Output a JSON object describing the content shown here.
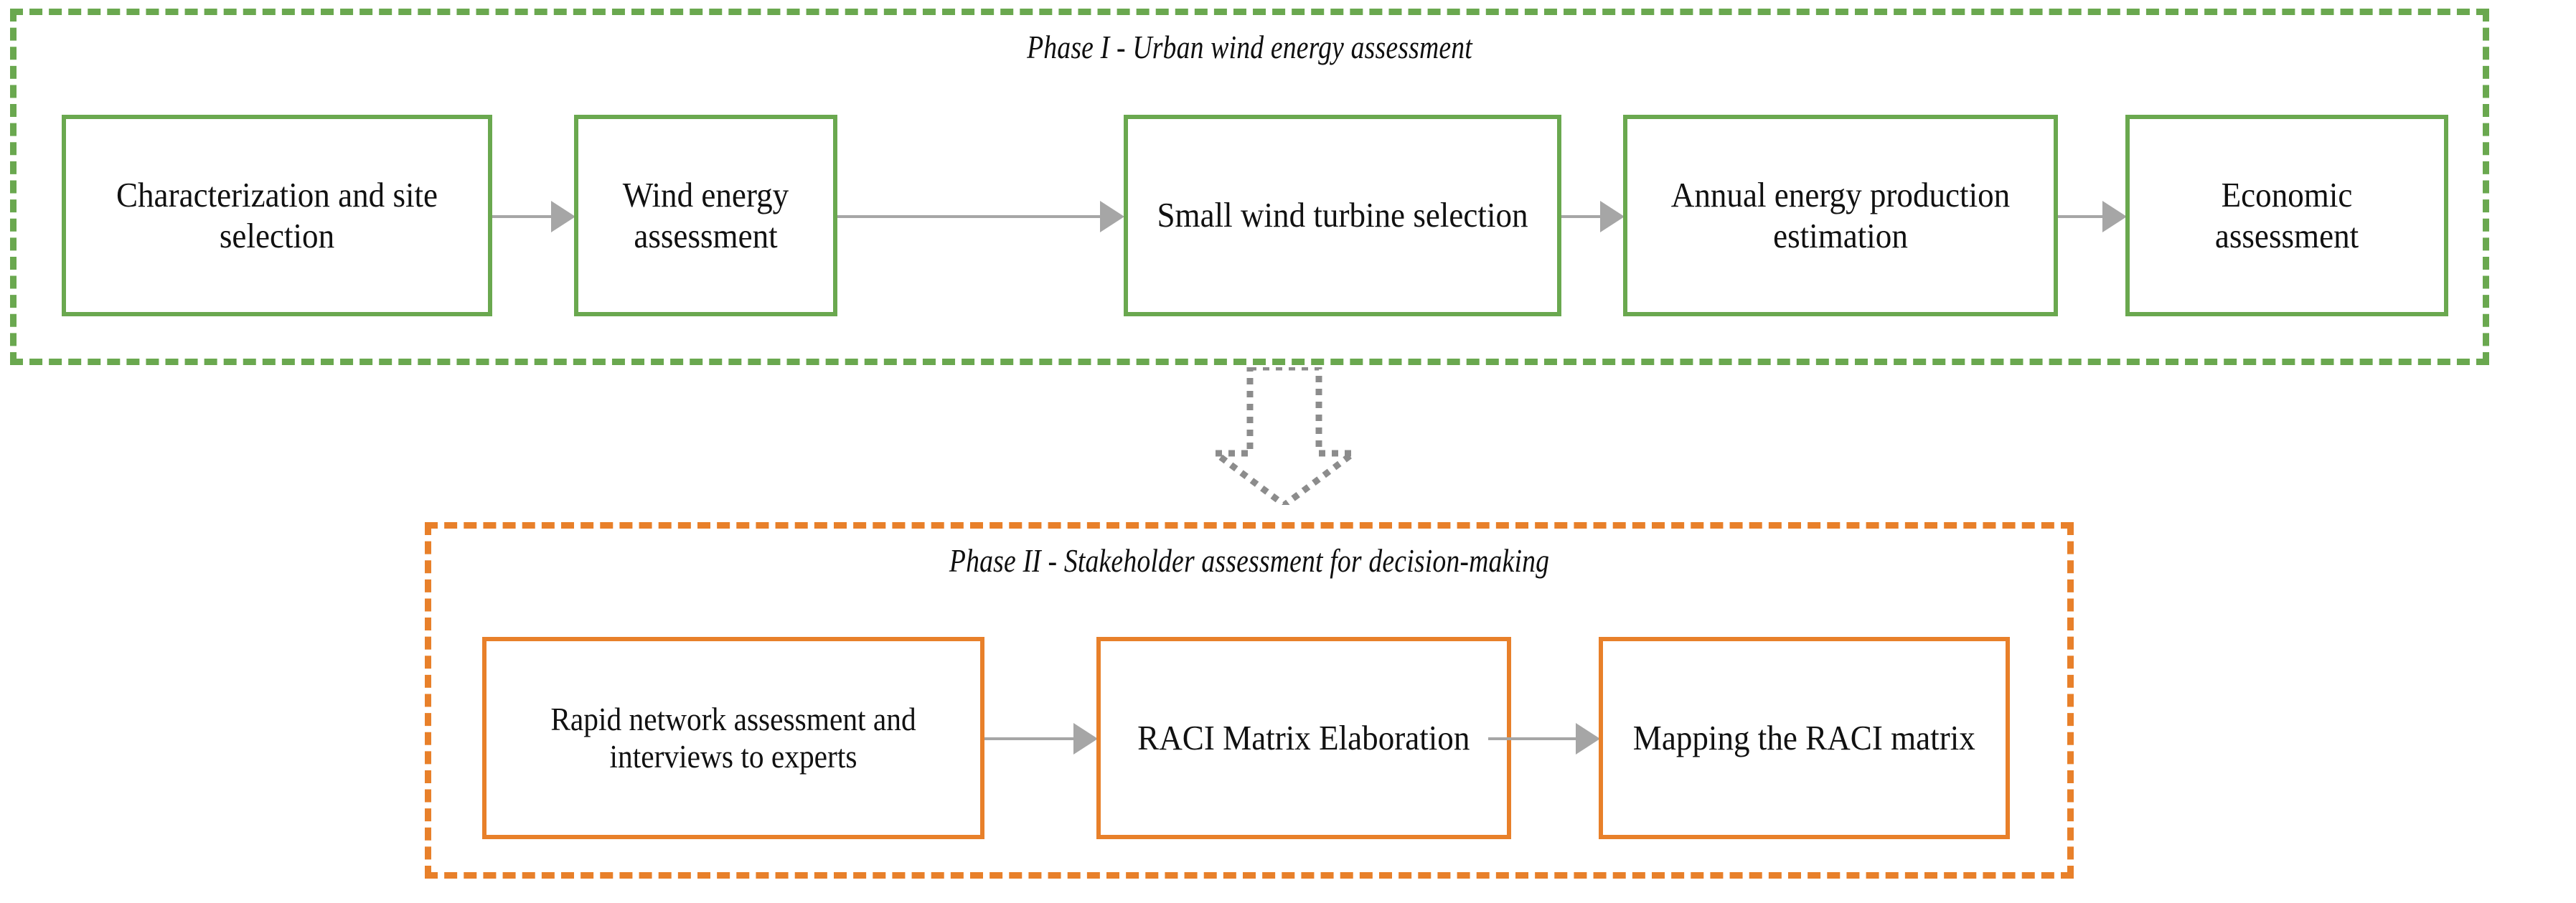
{
  "diagram": {
    "phase_1": {
      "title": "Phase I - Urban wind energy assessment",
      "border_color": "#6aa84f",
      "nodes": [
        {
          "id": "node-1",
          "label": "Characterization and site selection"
        },
        {
          "id": "node-2",
          "label": "Wind energy assessment"
        },
        {
          "id": "node-3",
          "label": "Small wind turbine selection"
        },
        {
          "id": "node-4",
          "label": "Annual energy production estimation"
        },
        {
          "id": "node-5",
          "label": "Economic assessment"
        }
      ]
    },
    "phase_2": {
      "title": "Phase II - Stakeholder assessment for decision-making",
      "border_color": "#e8802a",
      "nodes": [
        {
          "id": "node-6",
          "label": "Rapid network assessment and interviews to experts"
        },
        {
          "id": "node-7",
          "label": "RACI Matrix Elaboration"
        },
        {
          "id": "node-8",
          "label": "Mapping the RACI matrix"
        }
      ]
    },
    "connectors": {
      "arrow_color": "#a6a6a6",
      "phase_link_color": "#8c8c8c",
      "phase_link_style": "dotted-block-arrow-down"
    }
  }
}
